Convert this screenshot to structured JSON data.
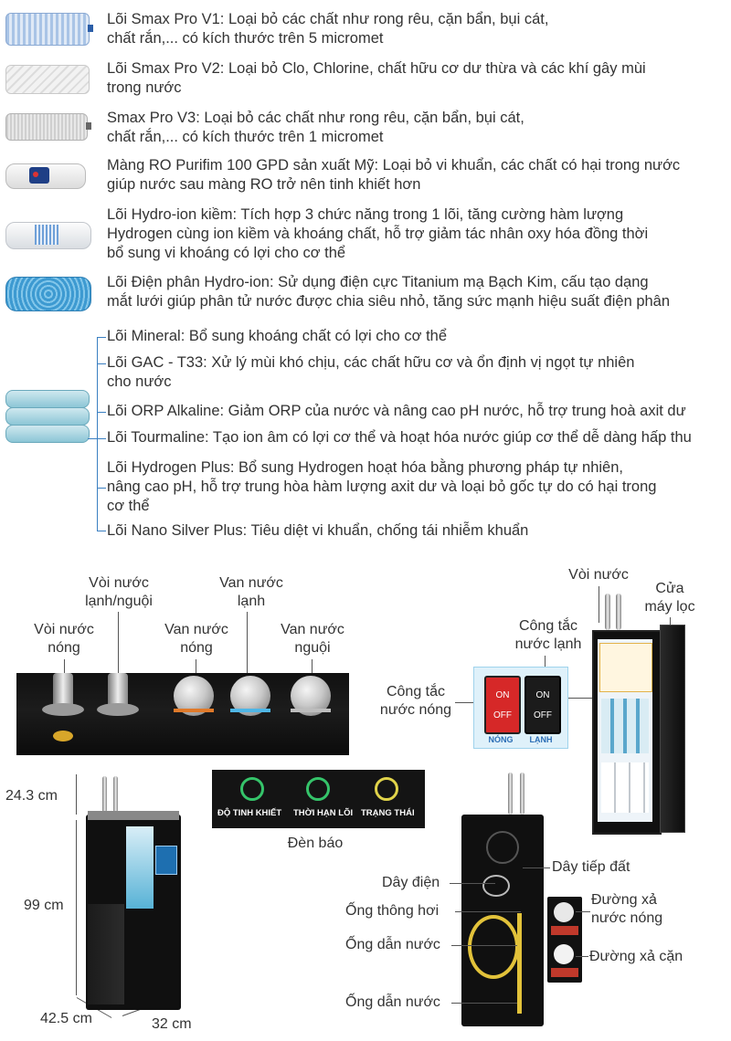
{
  "filters": [
    {
      "lines": [
        "Lõi Smax Pro V1: Loại bỏ các chất như rong rêu, cặn bẩn, bụi cát,",
        "chất rắn,... có kích thước trên 5 micromet"
      ]
    },
    {
      "lines": [
        "Lõi Smax Pro V2: Loại bỏ Clo, Chlorine, chất hữu cơ dư thừa và các khí gây mùi",
        "trong nước"
      ]
    },
    {
      "lines": [
        "Smax Pro V3: Loại bỏ các chất như rong rêu, cặn bẩn, bụi cát,",
        "chất rắn,... có kích thước trên 1 micromet"
      ]
    },
    {
      "lines": [
        "Màng RO Purifim 100 GPD sản xuất Mỹ: Loại bỏ vi khuẩn, các chất có hại trong nước",
        "giúp nước sau màng RO trở nên tinh khiết hơn"
      ]
    },
    {
      "lines": [
        "Lõi Hydro-ion kiềm: Tích hợp 3 chức năng trong 1 lõi, tăng cường hàm lượng",
        "Hydrogen cùng ion kiềm và khoáng chất, hỗ trợ giảm tác nhân oxy hóa đồng thời",
        "bổ sung vi khoáng có lợi cho cơ thể"
      ]
    },
    {
      "lines": [
        "Lõi Điện phân Hydro-ion: Sử dụng điện cực Titanium mạ Bạch Kim, cấu tạo dạng",
        "mắt lưới giúp phân tử nước được chia siêu nhỏ, tăng sức mạnh hiệu suất điện phân"
      ]
    }
  ],
  "group_filters": [
    {
      "lines": [
        "Lõi Mineral: Bổ sung khoáng chất có lợi cho cơ thể"
      ]
    },
    {
      "lines": [
        "Lõi GAC - T33: Xử lý mùi khó chịu, các chất hữu cơ và ổn định vị ngọt tự nhiên",
        "cho nước"
      ]
    },
    {
      "lines": [
        "Lõi ORP Alkaline: Giảm ORP của nước và nâng cao pH nước, hỗ trợ trung hoà axit dư"
      ]
    },
    {
      "lines": [
        "Lõi Tourmaline: Tạo ion âm có lợi cơ thể và hoạt hóa nước giúp cơ thể dễ dàng hấp thu"
      ]
    },
    {
      "lines": [
        "Lõi Hydrogen Plus: Bổ sung Hydrogen hoạt hóa bằng phương pháp tự nhiên,",
        "nâng cao pH, hỗ trợ trung hòa hàm lượng axit dư và loại bỏ gốc tự do có hại trong",
        "cơ thể"
      ]
    },
    {
      "lines": [
        "Lõi Nano Silver Plus: Tiêu diệt vi khuẩn, chống tái nhiễm khuẩn"
      ]
    }
  ],
  "taps": {
    "cold_tap": [
      "Vòi nước",
      "lạnh/nguội"
    ],
    "cold_valve": [
      "Van nước",
      "lạnh"
    ],
    "hot_tap": [
      "Vòi nước",
      "nóng"
    ],
    "hot_valve": [
      "Van nước",
      "nóng"
    ],
    "warm_valve": [
      "Van nước",
      "nguội"
    ]
  },
  "switches": {
    "cold_switch": [
      "Công tắc",
      "nước lạnh"
    ],
    "hot_switch": [
      "Công tắc",
      "nước nóng"
    ],
    "on": "ON",
    "off": "OFF",
    "hot_tag": "NÓNG",
    "cold_tag": "LẠNH"
  },
  "cabinet": {
    "tap": "Vòi nước",
    "door": [
      "Cửa",
      "máy lọc"
    ]
  },
  "indicators": {
    "items": [
      "ĐỘ TINH KHIẾT",
      "THỜI HẠN LÕI",
      "TRẠNG THÁI"
    ],
    "caption": "Đèn báo",
    "colors": [
      "#35c46a",
      "#35c46a",
      "#e0d34a"
    ]
  },
  "dimensions": {
    "top": "24.3 cm",
    "height": "99 cm",
    "depth": "42.5 cm",
    "width": "32 cm"
  },
  "back": {
    "ground_wire": "Dây tiếp đất",
    "power_cord": "Dây điện",
    "vent_pipe": "Ống thông hơi",
    "water_pipe_1": "Ống dẫn nước",
    "water_pipe_2": "Ống dẫn nước",
    "hot_drain": [
      "Đường xả",
      "nước nóng"
    ],
    "sediment_drain": "Đường xả cặn"
  }
}
